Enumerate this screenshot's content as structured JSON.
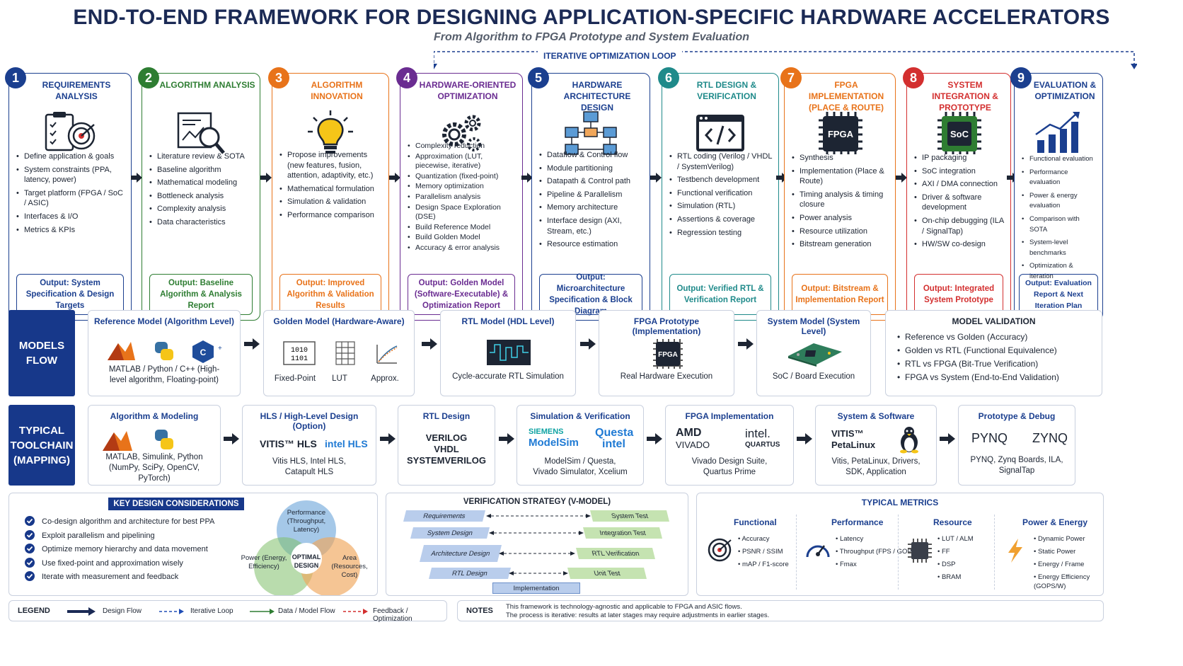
{
  "title": "END-TO-END FRAMEWORK FOR DESIGNING APPLICATION-SPECIFIC HARDWARE ACCELERATORS",
  "subtitle": "From Algorithm to FPGA Prototype and System Evaluation",
  "loop_label": "ITERATIVE OPTIMIZATION LOOP",
  "stages": [
    {
      "num": "1",
      "title": "REQUIREMENTS ANALYSIS",
      "color": "#1b3f8f",
      "icon": "requirements-target-icon",
      "bullets": [
        "Define application & goals",
        "System constraints (PPA, latency, power)",
        "Target platform (FPGA / SoC / ASIC)",
        "Interfaces & I/O",
        "Metrics & KPIs"
      ],
      "output": "Output: System Specification & Design Targets"
    },
    {
      "num": "2",
      "title": "ALGORITHM ANALYSIS",
      "color": "#2e7d32",
      "icon": "analysis-magnifier-icon",
      "bullets": [
        "Literature review & SOTA",
        "Baseline algorithm",
        "Mathematical modeling",
        "Bottleneck analysis",
        "Complexity analysis",
        "Data characteristics"
      ],
      "output": "Output: Baseline Algorithm & Analysis Report"
    },
    {
      "num": "3",
      "title": "ALGORITHM INNOVATION",
      "color": "#e8731a",
      "icon": "lightbulb-icon",
      "bullets": [
        "Propose improvements (new features, fusion, attention, adaptivity, etc.)",
        "Mathematical formulation",
        "Simulation & validation",
        "Performance comparison"
      ],
      "output": "Output: Improved Algorithm & Validation Results"
    },
    {
      "num": "4",
      "title": "HARDWARE-ORIENTED OPTIMIZATION",
      "color": "#6a2c91",
      "icon": "gears-icon",
      "bullets": [
        "Complexity reduction",
        "Approximation (LUT, piecewise, iterative)",
        "Quantization (fixed-point)",
        "Memory optimization",
        "Parallelism analysis",
        "Design Space Exploration (DSE)",
        "Build Reference Model",
        "Build Golden Model",
        "Accuracy & error analysis"
      ],
      "output": "Output: Golden Model (Software-Executable) & Optimization Report"
    },
    {
      "num": "5",
      "title": "HARDWARE ARCHITECTURE DESIGN",
      "color": "#1b3f8f",
      "icon": "block-diagram-icon",
      "bullets": [
        "Dataflow & Control flow",
        "Module partitioning",
        "Datapath & Control path",
        "Pipeline & Parallelism",
        "Memory architecture",
        "Interface design (AXI, Stream, etc.)",
        "Resource estimation"
      ],
      "output": "Output: Microarchitecture Specification & Block Diagram"
    },
    {
      "num": "6",
      "title": "RTL DESIGN & VERIFICATION",
      "color": "#1f8a8a",
      "icon": "code-window-icon",
      "bullets": [
        "RTL coding (Verilog / VHDL / SystemVerilog)",
        "Testbench development",
        "Functional verification",
        "Simulation (RTL)",
        "Assertions & coverage",
        "Regression testing"
      ],
      "output": "Output: Verified RTL & Verification Report"
    },
    {
      "num": "7",
      "title": "FPGA IMPLEMENTATION (PLACE & ROUTE)",
      "color": "#e8731a",
      "icon": "fpga-chip-icon",
      "bullets": [
        "Synthesis",
        "Implementation (Place & Route)",
        "Timing analysis & timing closure",
        "Power analysis",
        "Resource utilization",
        "Bitstream generation"
      ],
      "output": "Output: Bitstream & Implementation Report"
    },
    {
      "num": "8",
      "title": "SYSTEM INTEGRATION & PROTOTYPE",
      "color": "#d32f2f",
      "icon": "soc-chip-icon",
      "bullets": [
        "IP packaging",
        "SoC integration",
        "AXI / DMA connection",
        "Driver & software development",
        "On-chip debugging (ILA / SignalTap)",
        "HW/SW co-design"
      ],
      "output": "Output: Integrated System Prototype"
    },
    {
      "num": "9",
      "title": "EVALUATION & OPTIMIZATION",
      "color": "#1b3f8f",
      "icon": "growth-chart-icon",
      "bullets": [
        "Functional evaluation",
        "Performance evaluation",
        "Power & energy evaluation",
        "Comparison with SOTA",
        "System-level benchmarks",
        "Optimization & iteration"
      ],
      "output": "Output: Evaluation Report & Next Iteration Plan"
    }
  ],
  "models_flow": {
    "band": "MODELS FLOW",
    "boxes": [
      {
        "title": "Reference Model (Algorithm Level)",
        "text": "MATLAB / Python / C++ (High-level algorithm, Floating-point)",
        "icons": [
          "matlab-icon",
          "python-icon",
          "cpp-icon"
        ]
      },
      {
        "title": "Golden Model (Hardware-Aware)",
        "items": [
          "Fixed-Point",
          "LUT",
          "Approx."
        ],
        "icons": [
          "binary-icon",
          "lut-table-icon",
          "approx-curve-icon"
        ]
      },
      {
        "title": "RTL Model (HDL Level)",
        "text": "Cycle-accurate RTL Simulation",
        "icons": [
          "waveform-icon"
        ]
      },
      {
        "title": "FPGA Prototype (Implementation)",
        "text": "Real Hardware Execution",
        "icons": [
          "fpga-chip-icon"
        ]
      },
      {
        "title": "System Model (System Level)",
        "text": "SoC / Board Execution",
        "icons": [
          "board-icon"
        ]
      }
    ],
    "validation": {
      "title": "MODEL VALIDATION",
      "items": [
        "Reference vs Golden (Accuracy)",
        "Golden vs RTL (Functional Equivalence)",
        "RTL vs FPGA (Bit-True Verification)",
        "FPGA vs System (End-to-End Validation)"
      ]
    }
  },
  "toolchain": {
    "band": "TYPICAL TOOLCHAIN (MAPPING)",
    "boxes": [
      {
        "title": "Algorithm & Modeling",
        "logos": [],
        "text": "MATLAB, Simulink, Python (NumPy, SciPy, OpenCV, PyTorch)"
      },
      {
        "title": "HLS / High-Level Design (Option)",
        "logos": [
          "VITIS™ HLS",
          "intel HLS"
        ],
        "text": "Vitis HLS, Intel HLS, Catapult HLS"
      },
      {
        "title": "RTL Design",
        "logos": [
          "VERILOG",
          "VHDL",
          "SYSTEMVERILOG"
        ],
        "text": ""
      },
      {
        "title": "Simulation & Verification",
        "logos": [
          "SIEMENS",
          "ModelSim",
          "Questa",
          "intel"
        ],
        "text": "ModelSim / Questa, Vivado Simulator, Xcelium"
      },
      {
        "title": "FPGA Implementation",
        "logos": [
          "AMD",
          "VIVADO",
          "intel.",
          "QUARTUS"
        ],
        "text": "Vivado Design Suite, Quartus Prime"
      },
      {
        "title": "System & Software",
        "logos": [
          "VITIS™",
          "PetaLinux"
        ],
        "text": "Vitis, PetaLinux, Drivers, SDK, Application"
      },
      {
        "title": "Prototype & Debug",
        "logos": [
          "PYNQ",
          "ZYNQ"
        ],
        "text": "PYNQ, Zynq Boards, ILA, SignalTap"
      }
    ]
  },
  "considerations": {
    "title": "KEY DESIGN CONSIDERATIONS",
    "items": [
      "Co-design algorithm and architecture for best PPA",
      "Exploit parallelism and pipelining",
      "Optimize memory hierarchy and data movement",
      "Use fixed-point and approximation wisely",
      "Iterate with measurement and feedback"
    ],
    "venn": {
      "top": "Performance (Throughput, Latency)",
      "left": "Power (Energy, Efficiency)",
      "right": "Area (Resources, Cost)",
      "center": "OPTIMAL DESIGN"
    }
  },
  "vmodel": {
    "title": "VERIFICATION STRATEGY (V-MODEL)",
    "left": [
      "Requirements",
      "System Design",
      "Architecture Design",
      "RTL Design"
    ],
    "right": [
      "System Test",
      "Integration Test",
      "RTL Verification",
      "Unit Test"
    ],
    "bottom": "Implementation"
  },
  "metrics": {
    "title": "TYPICAL METRICS",
    "cols": [
      {
        "title": "Functional",
        "icon": "target-icon",
        "items": [
          "Accuracy",
          "PSNR / SSIM",
          "mAP / F1-score"
        ]
      },
      {
        "title": "Performance",
        "icon": "speedometer-icon",
        "items": [
          "Latency",
          "Throughput (FPS / GOPS)",
          "Fmax"
        ]
      },
      {
        "title": "Resource",
        "icon": "chip-icon",
        "items": [
          "LUT / ALM",
          "FF",
          "DSP",
          "BRAM"
        ]
      },
      {
        "title": "Power & Energy",
        "icon": "lightning-icon",
        "items": [
          "Dynamic Power",
          "Static Power",
          "Energy / Frame",
          "Energy Efficiency (GOPS/W)"
        ]
      }
    ]
  },
  "legend": {
    "title": "LEGEND",
    "items": [
      "Design Flow",
      "Iterative Loop",
      "Data / Model Flow",
      "Feedback / Optimization"
    ]
  },
  "notes": {
    "title": "NOTES",
    "lines": [
      "This framework is technology-agnostic and applicable to FPGA and ASIC flows.",
      "The process is iterative: results at later stages may require adjustments in earlier stages."
    ]
  }
}
